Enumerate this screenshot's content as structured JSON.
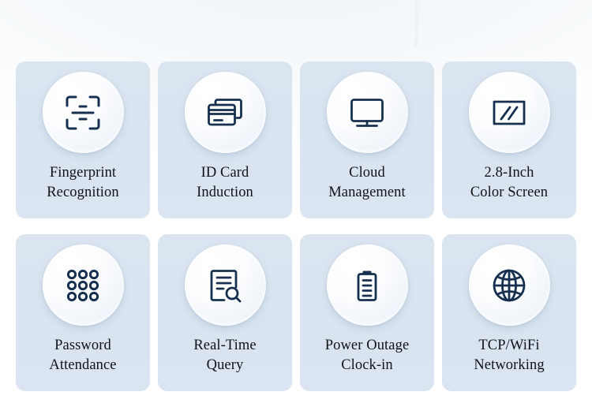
{
  "theme": {
    "page_background": "#ffffff",
    "card_background": "#dae4f0",
    "icon_circle_background": "#ffffff",
    "icon_stroke_color": "#17304f",
    "label_color": "#101418"
  },
  "feature_grid": {
    "columns": 4,
    "rows": 2,
    "cards": [
      {
        "id": "fingerprint-recognition",
        "icon": "scan-frame-icon",
        "label": "Fingerprint\nRecognition"
      },
      {
        "id": "id-card-induction",
        "icon": "id-card-icon",
        "label": "ID Card\nInduction"
      },
      {
        "id": "cloud-management",
        "icon": "monitor-icon",
        "label": "Cloud\nManagement"
      },
      {
        "id": "color-screen",
        "icon": "color-screen-icon",
        "label": "2.8-Inch\nColor Screen"
      },
      {
        "id": "password-attendance",
        "icon": "keypad-grid-icon",
        "label": "Password\nAttendance"
      },
      {
        "id": "real-time-query",
        "icon": "document-search-icon",
        "label": "Real-Time\nQuery"
      },
      {
        "id": "power-outage-clock-in",
        "icon": "battery-icon",
        "label": "Power Outage\nClock-in"
      },
      {
        "id": "tcp-wifi-networking",
        "icon": "globe-icon",
        "label": "TCP/WiFi\nNetworking"
      }
    ]
  }
}
